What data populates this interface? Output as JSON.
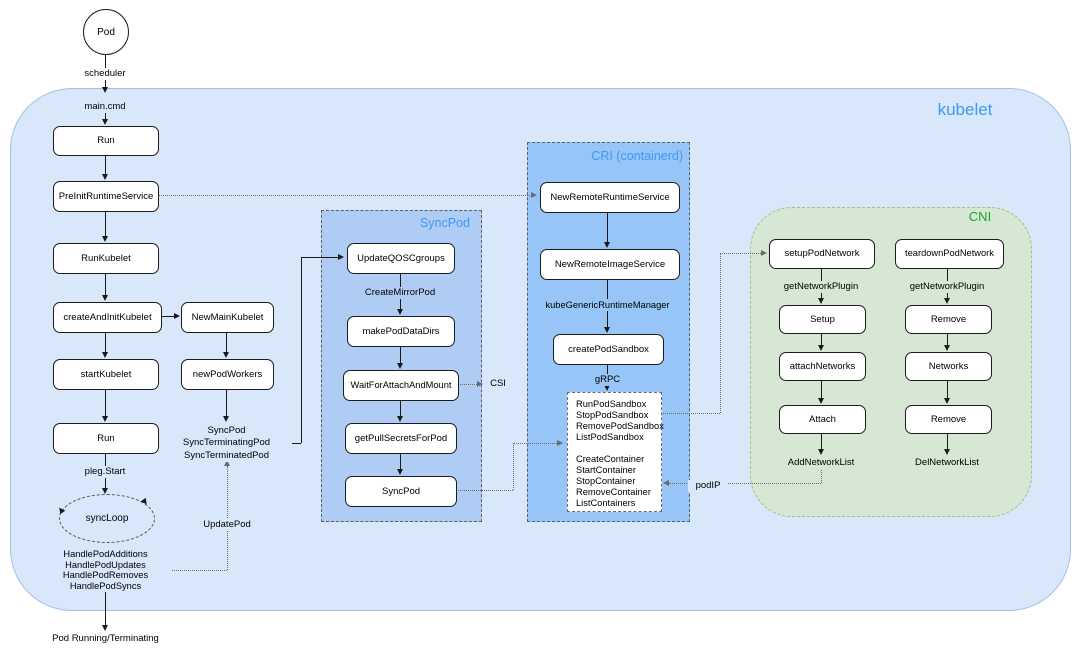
{
  "diagram": {
    "pod": "Pod",
    "scheduler": "scheduler",
    "pod_running": "Pod Running/Terminating",
    "kubelet": {
      "title": "kubelet",
      "main_cmd": "main.cmd",
      "run1": "Run",
      "preinit_runtime_service": "PreInitRuntimeService",
      "run_kubelet": "RunKubelet",
      "create_and_init_kubelet": "createAndInitKubelet",
      "start_kubelet": "startKubelet",
      "run2": "Run",
      "pleg_start": "pleg.Start",
      "sync_loop": "syncLoop",
      "handle_pods": [
        "HandlePodAdditions",
        "HandlePodUpdates",
        "HandlePodRemoves",
        "HandlePodSyncs"
      ],
      "new_main_kubelet": "NewMainKubelet",
      "new_pod_workers": "newPodWorkers",
      "sync_pod_callbacks": [
        "SyncPod",
        "SyncTerminatingPod",
        "SyncTerminatedPod"
      ],
      "update_pod": "UpdatePod"
    },
    "sync_pod_group": {
      "title": "SyncPod",
      "update_qos_cgroups": "UpdateQOSCgroups",
      "create_mirror_pod": "CreateMirrorPod",
      "make_pod_data_dirs": "makePodDataDirs",
      "wait_for_attach_and_mount": "WaitForAttachAndMount",
      "csi": "CSI",
      "get_pull_secrets_for_pod": "getPullSecretsForPod",
      "sync_pod": "SyncPod"
    },
    "cri_group": {
      "title": "CRI (containerd)",
      "new_remote_runtime_service": "NewRemoteRuntimeService",
      "new_remote_image_service": "NewRemoteImageService",
      "kube_generic_runtime_manager": "kubeGenericRuntimeManager",
      "create_pod_sandbox": "createPodSandbox",
      "grpc": "gRPC",
      "sandbox_methods": [
        "RunPodSandbox",
        "StopPodSandbox",
        "RemovePodSandbox",
        "ListPodSandbox"
      ],
      "container_methods": [
        "CreateContainer",
        "StartContainer",
        "StopContainer",
        "RemoveContainer",
        "ListContainers"
      ],
      "pod_ip": "podIP"
    },
    "cni_group": {
      "title": "CNI",
      "setup_pod_network": "setupPodNetwork",
      "teardown_pod_network": "teardownPodNetwork",
      "get_network_plugin_left": "getNetworkPlugin",
      "get_network_plugin_right": "getNetworkPlugin",
      "setup": "Setup",
      "remove_top": "Remove",
      "attach_networks": "attachNetworks",
      "networks": "Networks",
      "attach": "Attach",
      "remove_bottom": "Remove",
      "add_network_list": "AddNetworkList",
      "del_network_list": "DelNetworkList"
    },
    "colors": {
      "kubelet_fill": "#d9e7fb",
      "sync_pod_fill": "#afccf4",
      "cri_fill": "#97c5f8",
      "cni_fill": "#d6e8d3",
      "blue_title": "#3d99f3",
      "green_title": "#1aa62c"
    }
  }
}
